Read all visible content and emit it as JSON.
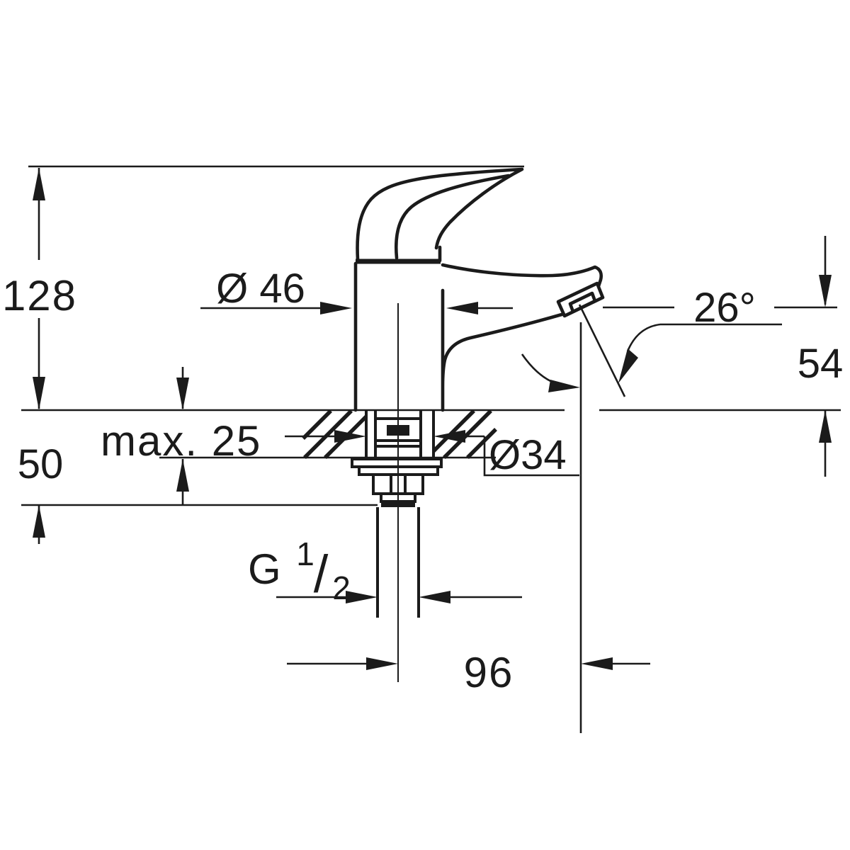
{
  "style": {
    "background": "#ffffff",
    "line_color": "#1b1b1b"
  },
  "drawing": {
    "kind": "technical dimension drawing",
    "subject": "single-lever basin pillar tap, side elevation with deck cross-section"
  },
  "labels": {
    "overall_height": "128",
    "body_diameter": "Ø 46",
    "spout_angle": "26°",
    "outlet_height": "54",
    "max_deck_thickness": "max. 25",
    "shank_clearance": "50",
    "hole_diameter": "Ø34",
    "thread_letter": "G",
    "thread_numerator": "1",
    "thread_slash": "/",
    "thread_denominator": "2",
    "spout_reach": "96"
  }
}
